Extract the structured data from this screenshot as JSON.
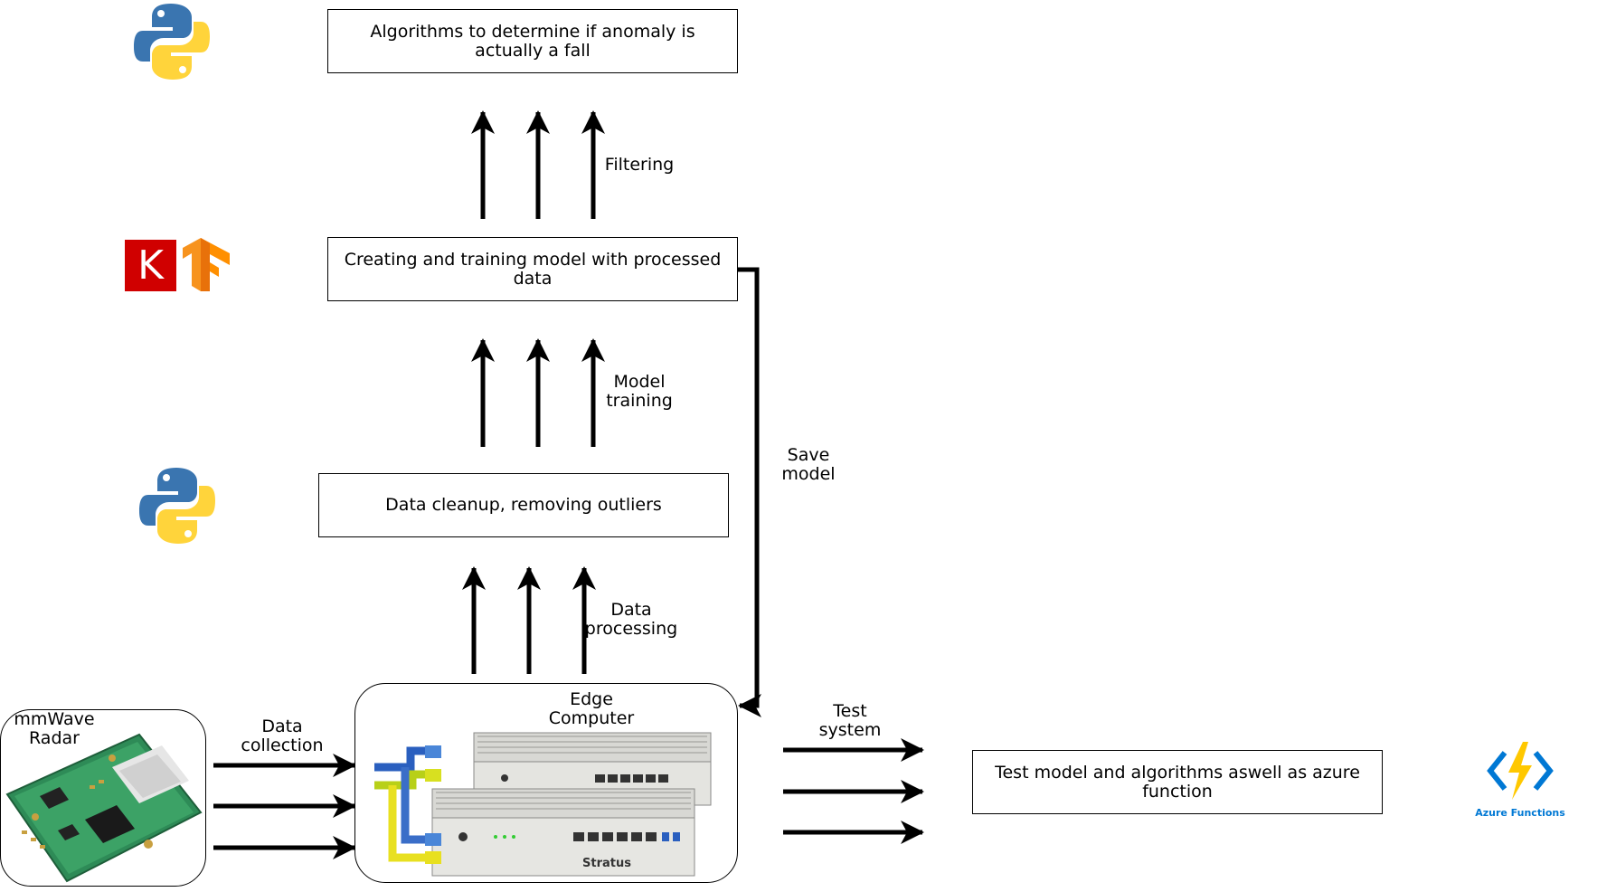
{
  "boxes": {
    "algorithms": "Algorithms to determine if anomaly is actually a fall",
    "training": "Creating and training model with processed data",
    "cleanup": "Data cleanup, removing outliers",
    "test": "Test model and algorithms aswell as azure function"
  },
  "labels": {
    "filtering": "Filtering",
    "model_training": "Model training",
    "data_processing": "Data processing",
    "save_model": "Save model",
    "data_collection": "Data collection",
    "test_system": "Test system",
    "mmwave_radar": "mmWave Radar",
    "edge_computer": "Edge Computer"
  },
  "logos": {
    "keras_letter": "K",
    "azure_functions": "Azure Functions",
    "stratus": "Stratus"
  },
  "icons": {
    "python_top": "python-logo-icon",
    "python_mid": "python-logo-icon",
    "keras": "keras-logo-icon",
    "tensorflow": "tensorflow-logo-icon",
    "azure": "azure-functions-logo-icon"
  },
  "colors": {
    "python_blue": "#3a75b0",
    "python_yellow": "#ffd43b",
    "keras_red": "#d00000",
    "tensorflow_orange": "#f7931e",
    "azure_blue": "#0078d4",
    "azure_yellow": "#ffc800",
    "pcb_green": "#2e8b57"
  }
}
